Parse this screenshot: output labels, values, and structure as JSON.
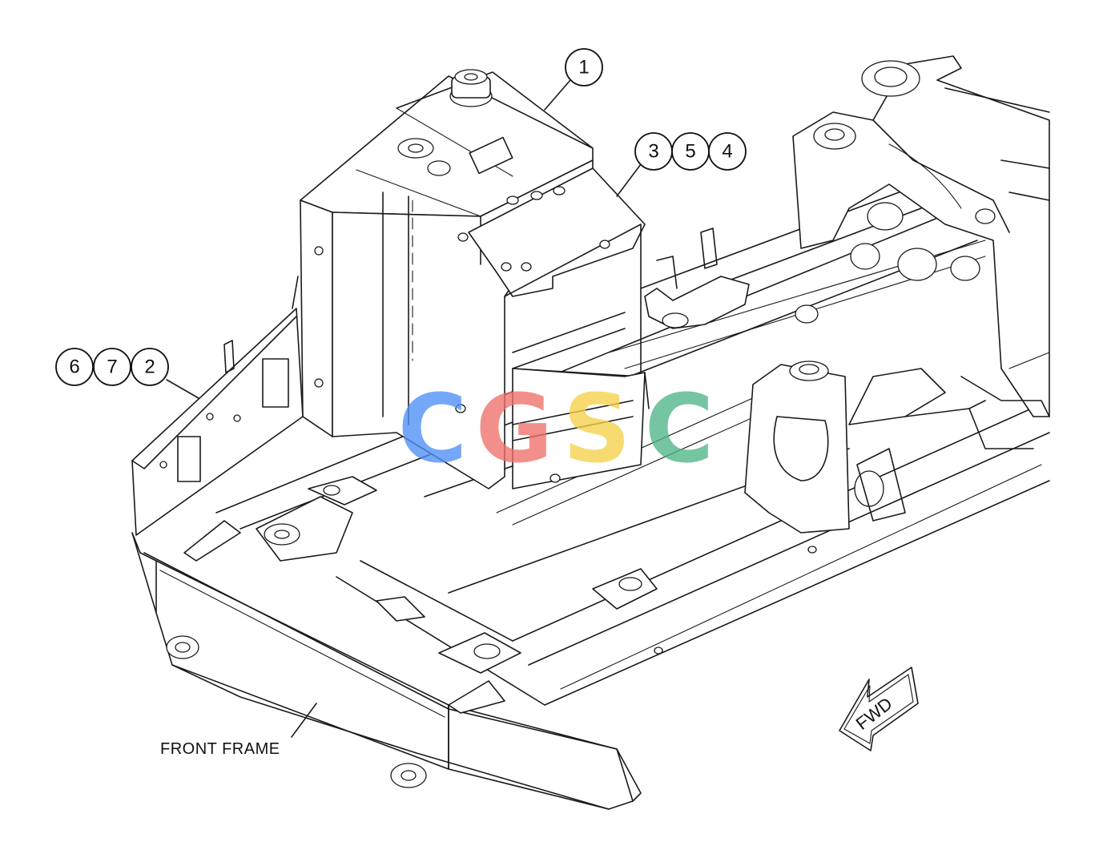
{
  "callouts": [
    {
      "id": "c1",
      "text": "1"
    },
    {
      "id": "c3",
      "text": "3"
    },
    {
      "id": "c5",
      "text": "5"
    },
    {
      "id": "c4",
      "text": "4"
    },
    {
      "id": "c6",
      "text": "6"
    },
    {
      "id": "c7",
      "text": "7"
    },
    {
      "id": "c2",
      "text": "2"
    }
  ],
  "labels": {
    "front_frame": "FRONT FRAME",
    "fwd": "FWD"
  },
  "watermark": {
    "letters": [
      "C",
      "G",
      "S",
      "C"
    ],
    "colors": [
      "#4f8ff7",
      "#f0706a",
      "#f5d24a",
      "#4fb58a"
    ]
  },
  "line_color": "#1a1a1a"
}
